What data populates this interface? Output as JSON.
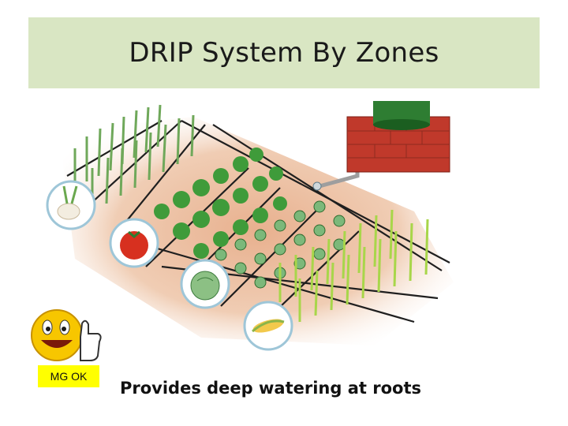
{
  "slide": {
    "title": "DRIP System By Zones",
    "badge": "MG OK",
    "caption": "Provides deep watering at roots"
  },
  "illustration": {
    "zones": [
      "onion",
      "tomato",
      "cabbage",
      "corn"
    ],
    "icons": [
      "onion-icon",
      "tomato-icon",
      "cabbage-icon",
      "corn-icon",
      "water-tank-icon",
      "smiley-thumbs-up-icon"
    ],
    "colors": {
      "title_band": "#d9e6c3",
      "soil": "#e9c4a4",
      "drip_line": "#1f1f1f",
      "tank": "#2e7d32",
      "brick": "#c0392b",
      "badge": "#ffff00"
    }
  }
}
